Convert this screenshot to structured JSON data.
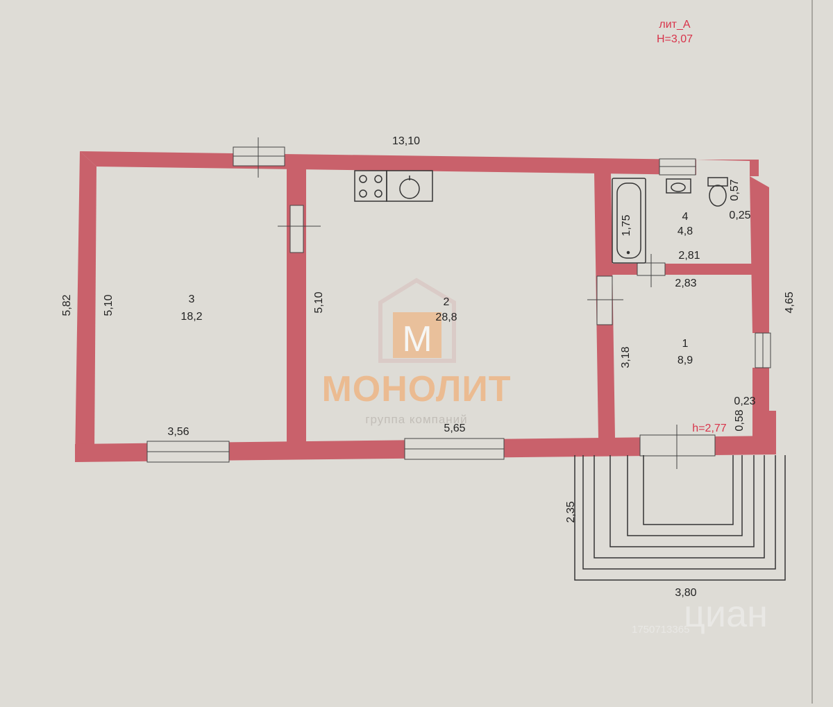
{
  "header": {
    "lit": "лит_А",
    "height": "H=3,07"
  },
  "dimensions": {
    "top_total": "13,10",
    "left_outer": "5,82",
    "room3_height": "5,10",
    "room3_width": "3,56",
    "room2_height": "5,10",
    "room2_width": "5,65",
    "bath_length": "1,75",
    "room4_width": "2,81",
    "room4_offset_top": "0,57",
    "room4_offset_side": "0,25",
    "room1_width": "2,83",
    "room1_height": "3,18",
    "right_outer": "4,65",
    "room1_offset_a": "0,23",
    "room1_offset_b": "0,58",
    "porch_depth": "2,35",
    "porch_width": "3,80"
  },
  "rooms": [
    {
      "id": "1",
      "area": "8,9"
    },
    {
      "id": "2",
      "area": "28,8"
    },
    {
      "id": "3",
      "area": "18,2"
    },
    {
      "id": "4",
      "area": "4,8"
    }
  ],
  "annotations": {
    "room1_ceiling": "h=2,77"
  },
  "watermark": {
    "letter": "М",
    "name": "МОНОЛИТ",
    "tagline": "группа компаний"
  },
  "corner_watermark": {
    "brand": "циан",
    "code": "1750713365"
  },
  "colors": {
    "wall": "#c9616b",
    "paper": "#dedcd6",
    "ink": "#222222",
    "red_label": "#d8334a",
    "watermark": "#f0b07a"
  }
}
